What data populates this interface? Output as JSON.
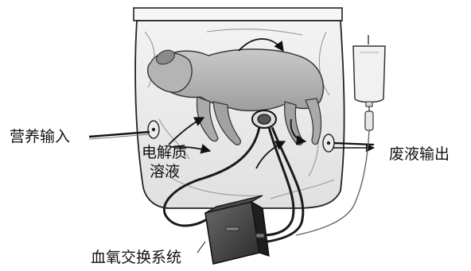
{
  "labels": {
    "nutrient_input": "营养输入",
    "electrolyte_line1": "电解质",
    "electrolyte_line2": "溶液",
    "waste_output": "废液输出",
    "oxygenation_system": "血氧交换系统"
  }
}
